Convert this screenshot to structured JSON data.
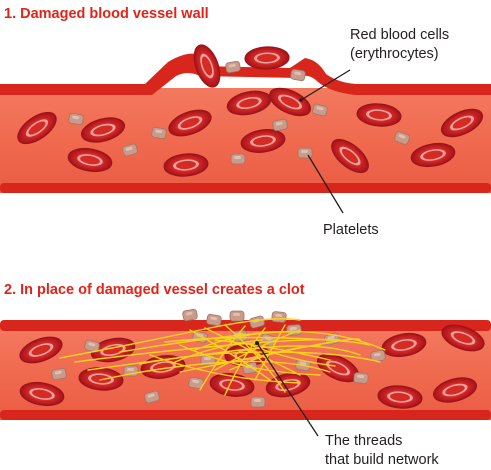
{
  "panel1": {
    "title": "1. Damaged blood vessel wall",
    "rbc_label_line1": "Red blood cells",
    "rbc_label_line2": "(erythrocytes)",
    "platelets_label": "Platelets"
  },
  "panel2": {
    "title": "2. In place of damaged vessel creates a clot",
    "threads_label_line1": "The threads",
    "threads_label_line2": "that build network"
  },
  "colors": {
    "title_red": "#e2231a",
    "vessel_wall": "#d9261c",
    "vessel_lumen": "#f06a4f",
    "rbc": "#c81e1e",
    "platelet": "#c9a08f",
    "fibrin_thread": "#f7d21b"
  }
}
